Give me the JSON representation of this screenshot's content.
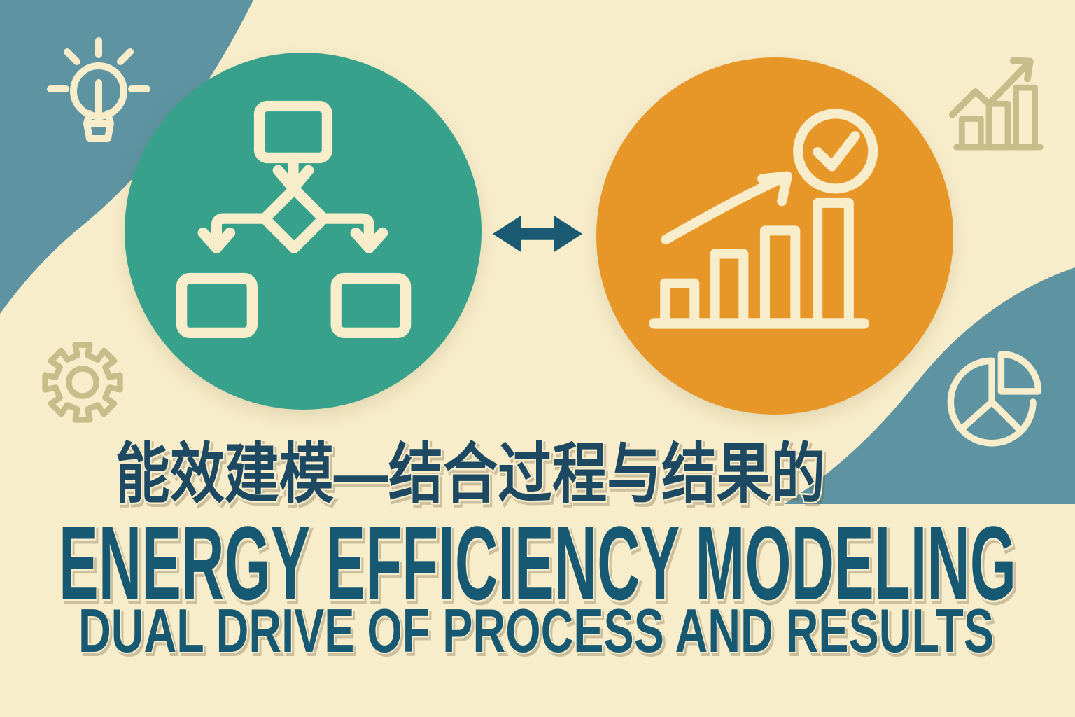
{
  "poster": {
    "heading_zh": "能效建模—结合过程与结果的",
    "title_en": "ENERGY EFFICIENCY MODELING",
    "subtitle_en": "DUAL DRIVE OF PROCESS AND RESULTS"
  },
  "diagram": {
    "left_node": {
      "shape": "circle",
      "icon": "flowchart-icon",
      "fill": "#37a18c"
    },
    "connector": {
      "icon": "double-headed-arrow-icon",
      "fill": "#1b5a73"
    },
    "right_node": {
      "shape": "circle",
      "icon": "growth-bar-chart-check-icon",
      "fill": "#e79728"
    }
  },
  "decorations": [
    {
      "icon": "lightbulb-icon",
      "color": "#f8edca",
      "position": "top-left-blob"
    },
    {
      "icon": "gear-icon",
      "color": "#c6bd8b",
      "position": "middle-left"
    },
    {
      "icon": "trend-bar-chart-icon",
      "color": "#c6bd8b",
      "position": "top-right"
    },
    {
      "icon": "pie-chart-icon",
      "color": "#f8edca",
      "position": "middle-right-blob"
    }
  ],
  "colors": {
    "background_cream": "#f8edca",
    "blob_muted_teal": "#5e94a2",
    "process_circle_green": "#37a18c",
    "results_circle_orange": "#e79728",
    "arrow_dark_teal": "#1b5a73",
    "heading_zh_color": "#1d4a62",
    "title_color": "#175872",
    "olive_icon_color": "#c6bd8b"
  }
}
